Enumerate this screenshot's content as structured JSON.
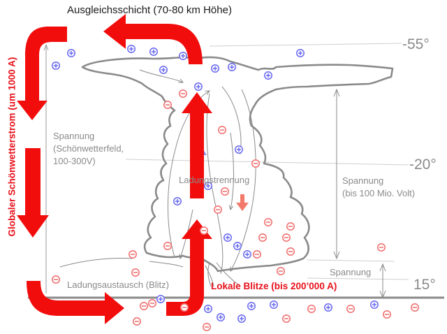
{
  "title_top": "Ausgleichsschicht (70-80 km Höhe)",
  "global_current": "Globaler Schönwetterstrom (um 1000 A)",
  "temps": [
    "-55°",
    "-20°",
    "15°"
  ],
  "fair_weather_voltage": [
    "Spannung",
    "(Schönwetterfeld,",
    "100-300V)"
  ],
  "charge_separation": "Ladungstrennung",
  "voltage_big": [
    "Spannung",
    "(bis 100 Mio. Volt)"
  ],
  "voltage_small": "Spannung",
  "charge_exchange": "Ladungsaustausch (Blitz)",
  "local_lightning": "Lokale Blitze (bis 200’000 A)",
  "colors": {
    "arrow_red": "#f20d0d",
    "plus": "#6f6ff2",
    "minus": "#f27373",
    "cloud_outline": "#8a8a8a",
    "temp_text": "#8a8a8a"
  },
  "icons": [
    "plus-charge-icon",
    "minus-charge-icon",
    "red-arrow-icon",
    "updraft-arrow-icon",
    "downdraft-arrow-icon"
  ]
}
